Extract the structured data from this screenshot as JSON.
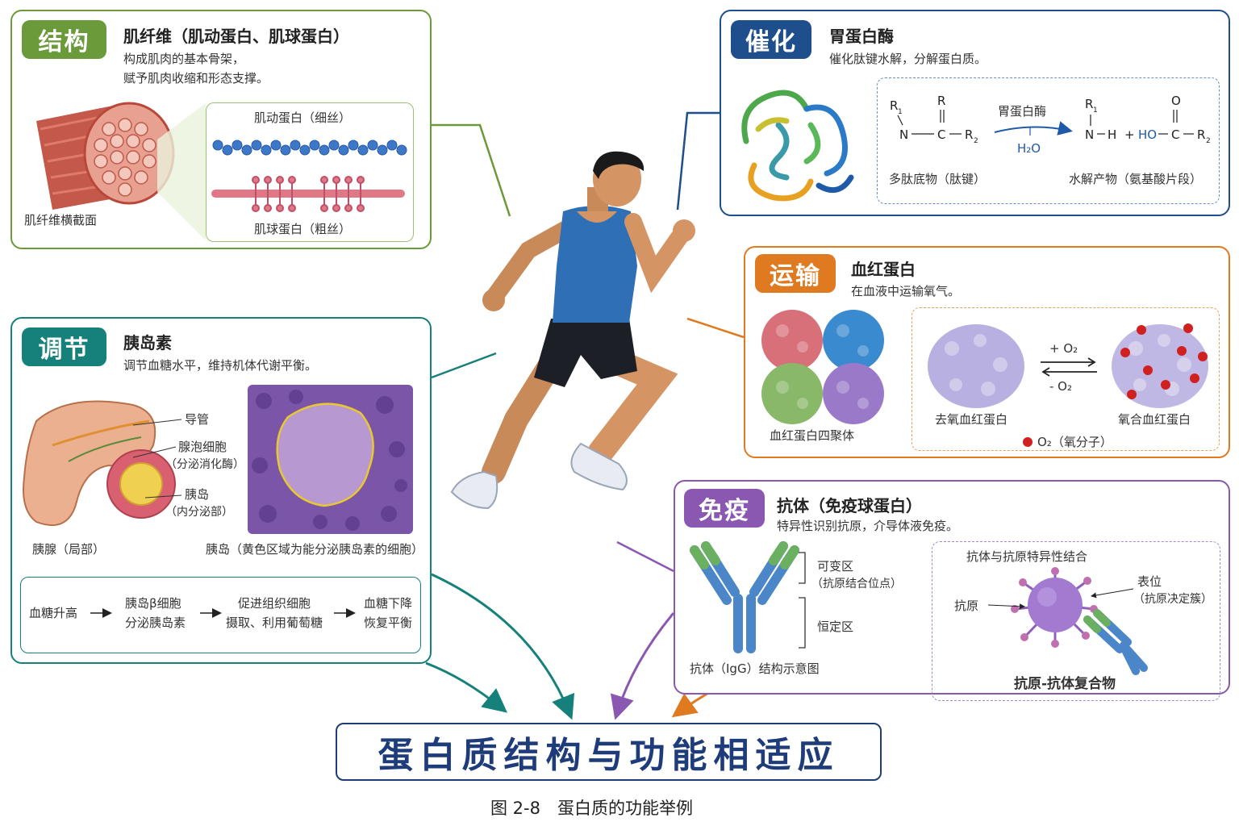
{
  "figure": {
    "main_title": "蛋白质结构与功能相适应",
    "caption": "图 2-8　蛋白质的功能举例"
  },
  "colors": {
    "structure": "#6a9a3a",
    "regulation": "#16807a",
    "catalysis": "#1f4e8c",
    "transport": "#e07a20",
    "immunity": "#8a58b0",
    "title": "#1f3c7a"
  },
  "structure": {
    "badge": "结构",
    "title": "肌纤维（肌动蛋白、肌球蛋白）",
    "desc_line1": "构成肌肉的基本骨架，",
    "desc_line2": "赋予肌肉收缩和形态支撑。",
    "cross_section_label": "肌纤维横截面",
    "actin_label": "肌动蛋白（细丝）",
    "myosin_label": "肌球蛋白（粗丝）"
  },
  "regulation": {
    "badge": "调节",
    "title": "胰岛素",
    "desc": "调节血糖水平，维持机体代谢平衡。",
    "duct_label": "导管",
    "acinar_label": "腺泡细胞",
    "acinar_sub": "（分泌消化酶）",
    "islet_label": "胰岛",
    "islet_sub": "（内分泌部）",
    "pancreas_caption": "胰腺（局部）",
    "micro_caption": "胰岛（黄色区域为能分泌胰岛素的细胞）",
    "flow": {
      "step1": "血糖升高",
      "step2_line1": "胰岛β细胞",
      "step2_line2": "分泌胰岛素",
      "step3_line1": "促进组织细胞",
      "step3_line2": "摄取、利用葡萄糖",
      "step4_line1": "血糖下降",
      "step4_line2": "恢复平衡"
    }
  },
  "catalysis": {
    "badge": "催化",
    "title": "胃蛋白酶",
    "desc": "催化肽键水解，分解蛋白质。",
    "enzyme_label": "胃蛋白酶",
    "water_label": "H₂O",
    "substrate_label": "多肽底物（肽键）",
    "product_label": "水解产物（氨基酸片段）"
  },
  "transport": {
    "badge": "运输",
    "title": "血红蛋白",
    "desc": "在血液中运输氧气。",
    "tetramer_label": "血红蛋白四聚体",
    "deoxy_label": "去氧血红蛋白",
    "oxy_label": "氧合血红蛋白",
    "plus_o2": "+ O₂",
    "minus_o2": "- O₂",
    "legend_o2": "O₂（氧分子）"
  },
  "immunity": {
    "badge": "免疫",
    "title": "抗体（免疫球蛋白）",
    "desc": "特异性识别抗原，介导体液免疫。",
    "variable_label": "可变区",
    "variable_sub": "（抗原结合位点）",
    "constant_label": "恒定区",
    "igg_caption": "抗体（IgG）结构示意图",
    "binding_title": "抗体与抗原特异性结合",
    "antigen_label": "抗原",
    "epitope_label": "表位",
    "epitope_sub": "（抗原决定簇）",
    "complex_label": "抗原-抗体复合物"
  }
}
